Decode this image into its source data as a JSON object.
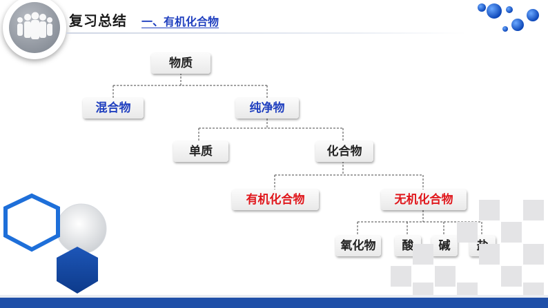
{
  "header": {
    "title": "复习总结",
    "subtitle": "一、有机化合物"
  },
  "tree": {
    "root": "物质",
    "mixture": "混合物",
    "pure": "纯净物",
    "element": "单质",
    "compound": "化合物",
    "organic": "有机化合物",
    "inorganic": "无机化合物",
    "oxide": "氧化物",
    "acid": "酸",
    "base": "碱",
    "salt": "盐"
  },
  "colors": {
    "accent_blue": "#1f3fbf",
    "highlight_red": "#e0161b",
    "brand_bar": "#1f4fa8"
  },
  "icons": {
    "logo": "people-group-icon",
    "decor": "molecule-bubbles-icon"
  }
}
